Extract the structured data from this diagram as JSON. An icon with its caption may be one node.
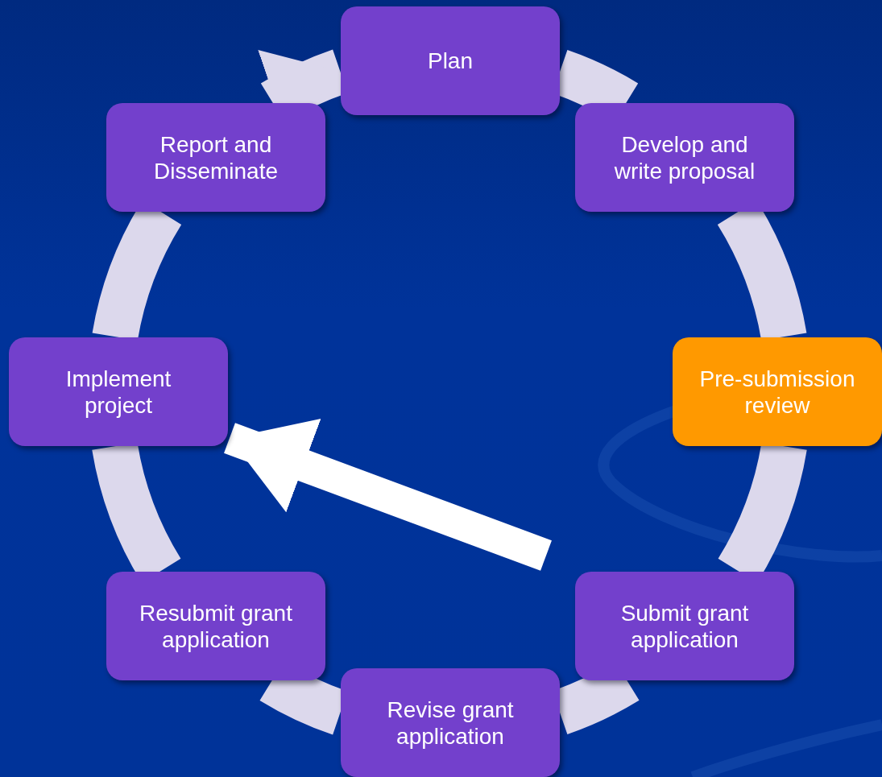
{
  "diagram": {
    "nodes": [
      {
        "text": [
          "Plan"
        ]
      },
      {
        "text": [
          "Develop and write proposal"
        ]
      },
      {
        "text": [
          "Pre-submission review"
        ]
      },
      {
        "text": [
          "Submit grant application"
        ]
      },
      {
        "text": [
          "Revise grant application"
        ]
      },
      {
        "text": [
          "Resubmit grant application"
        ]
      },
      {
        "text": [
          "Implement project"
        ]
      },
      {
        "text": [
          "Report and Disseminate"
        ]
      }
    ],
    "edges": [
      {
        "from": 0,
        "to": 1,
        "arrow": "none"
      },
      {
        "from": 1,
        "to": 2,
        "arrow": "none"
      },
      {
        "from": 2,
        "to": 3,
        "arrow": "none"
      },
      {
        "from": 3,
        "to": 4,
        "arrow": "none"
      },
      {
        "from": 4,
        "to": 5,
        "arrow": "none"
      },
      {
        "from": 5,
        "to": 6,
        "arrow": "none"
      },
      {
        "from": 6,
        "to": 7,
        "arrow": "none"
      },
      {
        "from": 7,
        "to": 0,
        "arrow": "to"
      },
      {
        "from": null,
        "to": 6,
        "arrow": "to",
        "color": "#ffffff"
      }
    ]
  }
}
